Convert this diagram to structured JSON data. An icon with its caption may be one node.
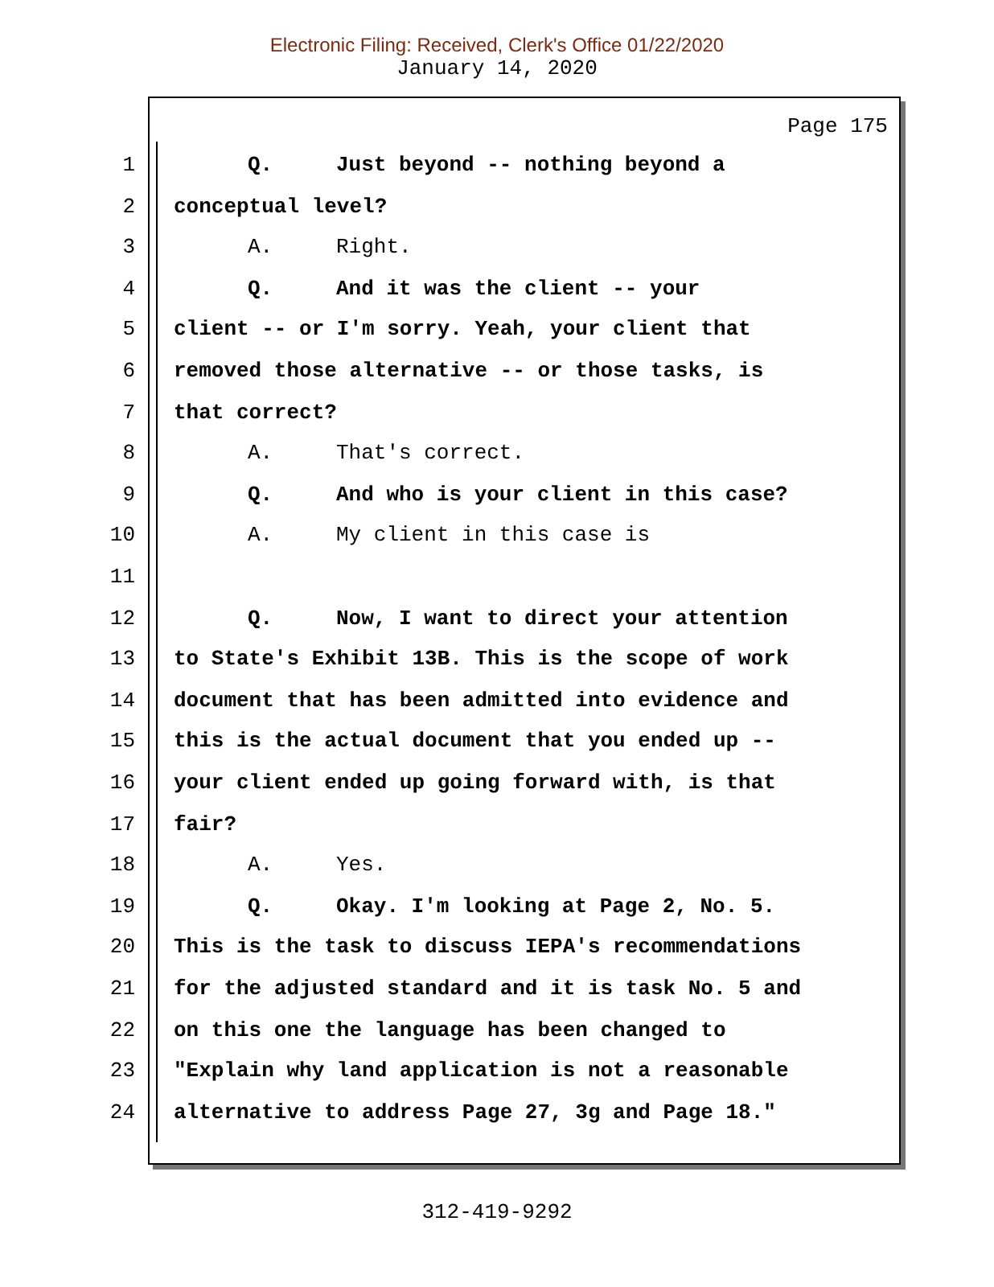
{
  "diagram": {
    "labels": [
      "Electronic Filing: Received, Clerk's Office 01/22/2020",
      "January 14, 2020",
      "Page 175",
      "1",
      "Q.",
      "Just beyond -- nothing beyond a",
      "2",
      "conceptual level?",
      "3",
      "A.",
      "Right.",
      "4",
      "Q.",
      "And it was the client -- your",
      "5",
      "client -- or I'm sorry. Yeah, your client that",
      "6",
      "removed those alternative -- or those tasks, is",
      "7",
      "that correct?",
      "8",
      "A.",
      "That's correct.",
      "9",
      "Q.",
      "And who is your client in this case?",
      "10",
      "A.",
      "My client in this case is",
      "11",
      "12",
      "Q.",
      "Now, I want to direct your attention",
      "13",
      "to State's Exhibit 13B. This is the scope of work",
      "14",
      "document that has been admitted into evidence and",
      "15",
      "this is the actual document that you ended up --",
      "16",
      "your client ended up going forward with, is that",
      "17",
      "fair?",
      "18",
      "A.",
      "Yes.",
      "19",
      "Q.",
      "Okay. I'm looking at Page 2, No. 5.",
      "20",
      "This is the task to discuss IEPA's recommendations",
      "21",
      "for the adjusted standard and it is task No. 5 and",
      "22",
      "on this one the language has been changed to",
      "23",
      "\"Explain why land application is not a reasonable",
      "24",
      "alternative to address Page 27, 3g and Page 18.\"",
      "312-419-9292"
    ]
  }
}
